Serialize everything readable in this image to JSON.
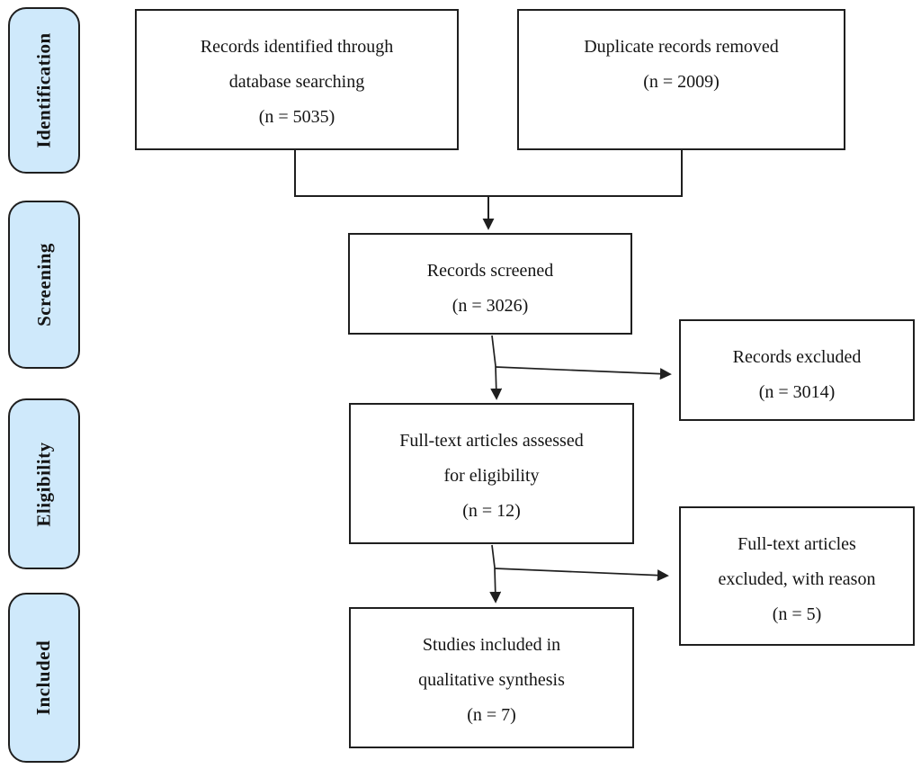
{
  "figure": {
    "kind": "prisma-flow-diagram",
    "background_color": "#ffffff",
    "line_color": "#1f1f1f",
    "stage_fill_color": "#cfe9fb"
  },
  "sidebar": {
    "stages": [
      {
        "label": "Identification"
      },
      {
        "label": "Screening"
      },
      {
        "label": "Eligibility"
      },
      {
        "label": "Included"
      }
    ]
  },
  "boxes": {
    "identified": {
      "lines": [
        "Records identified through",
        "database searching",
        "(n = 5035)"
      ],
      "n": 5035
    },
    "duplicates": {
      "lines": [
        "Duplicate records removed",
        "(n = 2009)"
      ],
      "n": 2009
    },
    "screened": {
      "lines": [
        "Records screened",
        "(n = 3026)"
      ],
      "n": 3026
    },
    "excluded": {
      "lines": [
        "Records excluded",
        "(n = 3014)"
      ],
      "n": 3014
    },
    "fulltext": {
      "lines": [
        "Full-text articles assessed",
        "for eligibility",
        "(n = 12)"
      ],
      "n": 12
    },
    "fulltext_excluded": {
      "lines": [
        "Full-text articles",
        "excluded, with reason",
        "(n = 5)"
      ],
      "n": 5
    },
    "included": {
      "lines": [
        "Studies included in",
        "qualitative synthesis",
        "(n = 7)"
      ],
      "n": 7
    }
  }
}
